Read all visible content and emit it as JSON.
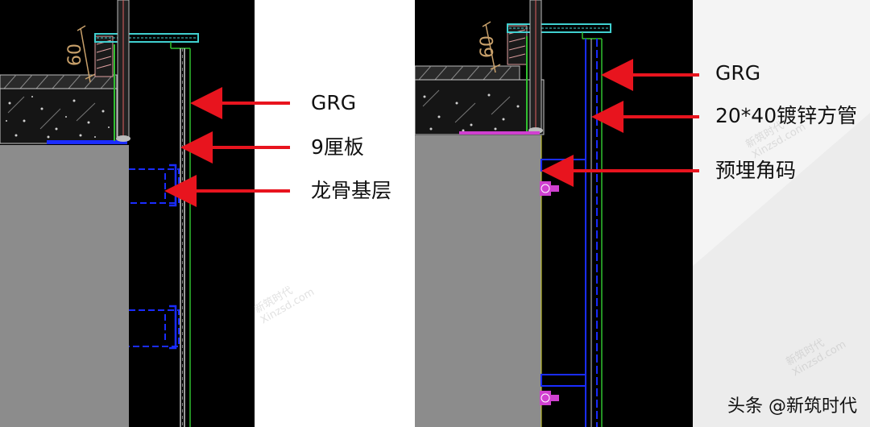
{
  "labels": {
    "left": [
      "GRG",
      "9厘板",
      "龙骨基层"
    ],
    "right": [
      "GRG",
      "20*40镀锌方管",
      "预埋角码"
    ]
  },
  "dimension_text": "60",
  "watermark": {
    "name": "新筑时代",
    "url": "Xinzsd.com"
  },
  "credit": "头条 @新筑时代",
  "colors": {
    "arrow": "#e8141e",
    "cad_background": "#000000",
    "concrete_gray": "#8c8c8c",
    "steel_blue": "#1a2cff",
    "dimension": "#c8a06a"
  }
}
